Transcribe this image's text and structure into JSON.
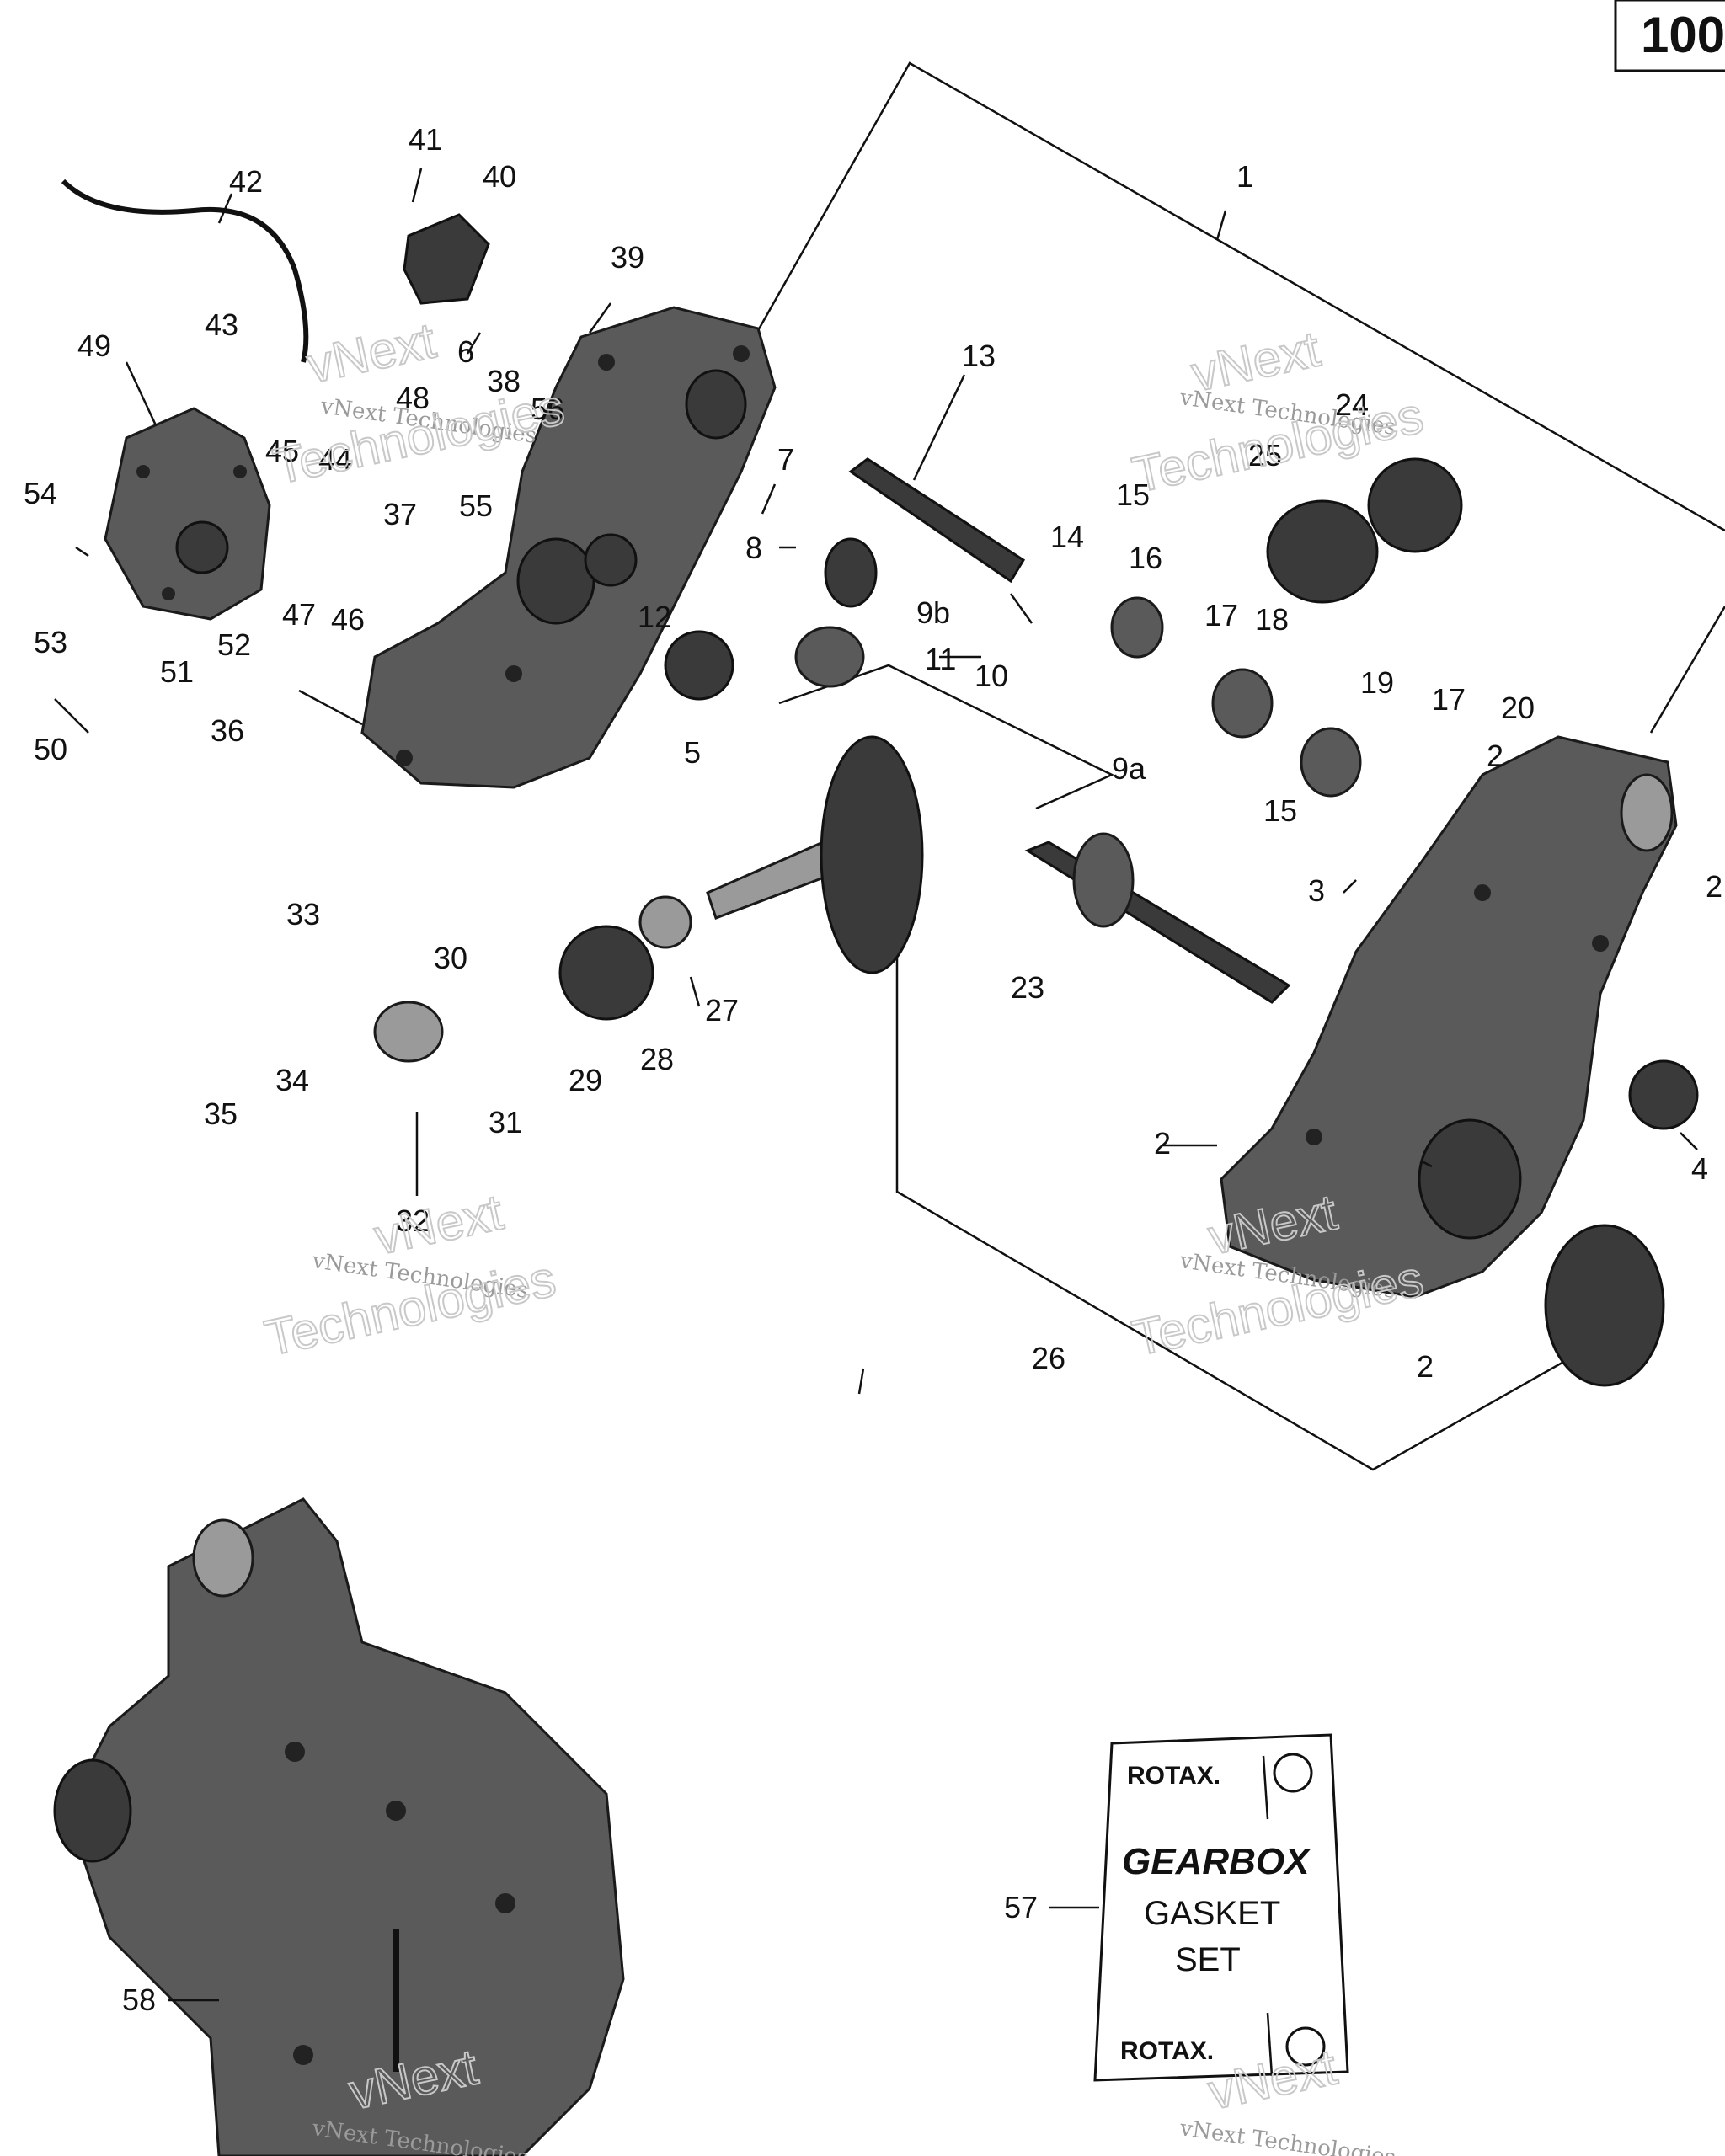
{
  "page_number": "100",
  "watermark": {
    "line1": "vNext",
    "line2": "Technologies",
    "brand": "vNext Technologies"
  },
  "gasket_card": {
    "brand": "ROTAX.",
    "title_line1": "GEARBOX",
    "title_line2": "GASKET",
    "title_line3": "SET"
  },
  "callouts": [
    "1",
    "2",
    "2",
    "2",
    "2",
    "2",
    "3",
    "4",
    "5",
    "6",
    "7",
    "8",
    "9a",
    "9b",
    "10",
    "11",
    "12",
    "13",
    "14",
    "15",
    "15",
    "16",
    "17",
    "17",
    "18",
    "19",
    "20",
    "23",
    "24",
    "25",
    "26",
    "27",
    "28",
    "29",
    "30",
    "31",
    "32",
    "33",
    "34",
    "35",
    "36",
    "37",
    "38",
    "39",
    "40",
    "41",
    "42",
    "43",
    "44",
    "45",
    "46",
    "47",
    "48",
    "49",
    "50",
    "51",
    "52",
    "53",
    "54",
    "55",
    "56",
    "57",
    "58"
  ]
}
